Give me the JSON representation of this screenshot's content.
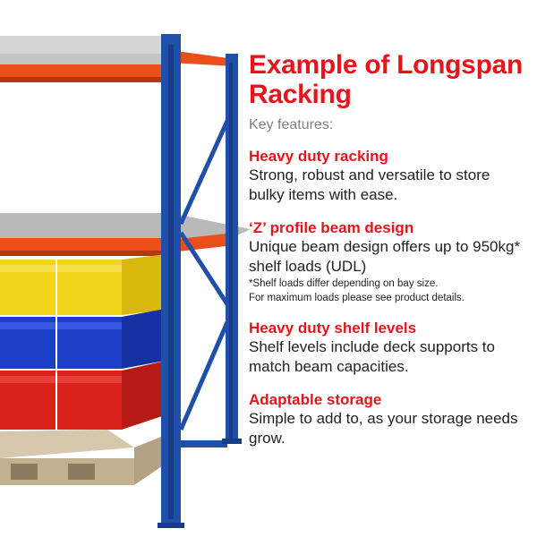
{
  "colors": {
    "accent": "#e8141c",
    "frame": "#1f4fa8",
    "beam": "#e94e1b",
    "deck": "#b8b8b8",
    "bin_yellow": "#f2d51a",
    "bin_blue": "#1c3fc8",
    "bin_red": "#d9221c",
    "pallet": "#cdbfa6"
  },
  "title": "Example of Longspan Racking",
  "subtitle": "Key features:",
  "features": [
    {
      "heading": "Heavy duty racking",
      "body": "Strong, robust and versatile to store bulky items with ease."
    },
    {
      "heading": "‘Z’ profile beam design",
      "body": "Unique beam design offers up to 950kg* shelf loads (UDL)",
      "note1": "*Shelf loads differ depending on bay size.",
      "note2": "For maximum loads please see product details."
    },
    {
      "heading": "Heavy duty shelf levels",
      "body": "Shelf levels include deck supports to match beam capacities."
    },
    {
      "heading": "Adaptable storage",
      "body": "Simple to add to, as your storage needs grow."
    }
  ],
  "illustration": {
    "rack_icon": "longspan-racking-photo",
    "bins_icon": "plastic-storage-bins",
    "pallet_icon": "wooden-pallet"
  }
}
